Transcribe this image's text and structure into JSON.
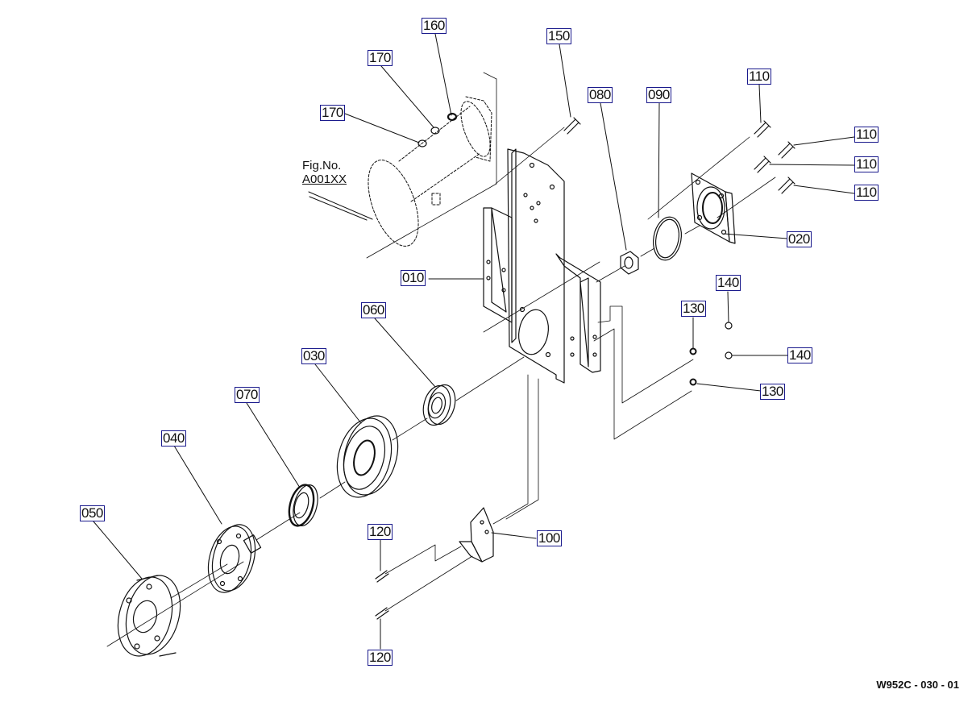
{
  "diagram_code": "W952C - 030 - 01",
  "figure_ref": {
    "line1": "Fig.No.",
    "line2": "A001XX"
  },
  "callouts": [
    {
      "id": "160",
      "label": "160"
    },
    {
      "id": "170a",
      "label": "170"
    },
    {
      "id": "170b",
      "label": "170"
    },
    {
      "id": "150",
      "label": "150"
    },
    {
      "id": "080",
      "label": "080"
    },
    {
      "id": "090",
      "label": "090"
    },
    {
      "id": "110a",
      "label": "110"
    },
    {
      "id": "110b",
      "label": "110"
    },
    {
      "id": "110c",
      "label": "110"
    },
    {
      "id": "110d",
      "label": "110"
    },
    {
      "id": "020",
      "label": "020"
    },
    {
      "id": "010",
      "label": "010"
    },
    {
      "id": "060",
      "label": "060"
    },
    {
      "id": "140a",
      "label": "140"
    },
    {
      "id": "130a",
      "label": "130"
    },
    {
      "id": "140b",
      "label": "140"
    },
    {
      "id": "130b",
      "label": "130"
    },
    {
      "id": "030",
      "label": "030"
    },
    {
      "id": "070",
      "label": "070"
    },
    {
      "id": "040",
      "label": "040"
    },
    {
      "id": "050",
      "label": "050"
    },
    {
      "id": "120a",
      "label": "120"
    },
    {
      "id": "100",
      "label": "100"
    },
    {
      "id": "120b",
      "label": "120"
    }
  ]
}
